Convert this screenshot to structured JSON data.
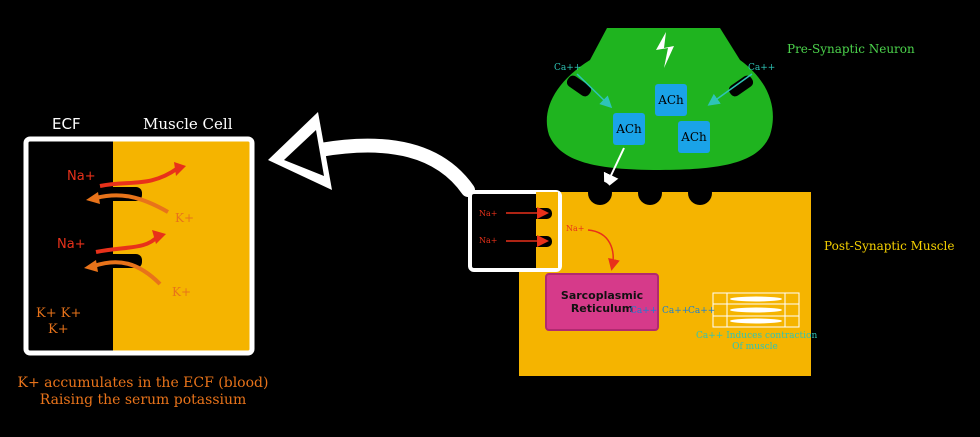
{
  "left_panel": {
    "ecf_heading": "ECF",
    "cell_heading": "Muscle Cell",
    "na_top": "Na+",
    "na_bottom": "Na+",
    "k_top": "K+",
    "k_bottom": "K+",
    "k_cluster_line1": "K+ K+",
    "k_cluster_line2": "K+",
    "caption_line1": "K+ accumulates in the ECF (blood)",
    "caption_line2": "Raising the serum potassium"
  },
  "neuron": {
    "title": "Pre-Synaptic Neuron",
    "ca_left": "Ca++",
    "ca_right": "Ca++",
    "ach_1": "ACh",
    "ach_2": "ACh",
    "ach_3": "ACh"
  },
  "muscle": {
    "title": "Post-Synaptic Muscle",
    "na_inset_top": "Na+",
    "na_inset_bottom": "Na+",
    "na_inside": "Na+",
    "sr_line1": "Sarcoplasmic",
    "sr_line2": "Reticulum",
    "ca_1": "Ca++",
    "ca_2": "Ca++",
    "ca_3": "Ca++",
    "contraction_line1": "Ca++ Induces contraction",
    "contraction_line2": "Of muscle"
  },
  "colors": {
    "background": "#000000",
    "muscle": "#f5b400",
    "neuron": "#1fb41f",
    "ach": "#1aa3e8",
    "sarcoplasmic_reticulum": "#d63a8a",
    "sodium_arrow": "#e8311a",
    "potassium_text": "#e8731a",
    "calcium_text": "#2ec4b6",
    "neuron_title": "#4cd44c",
    "muscle_title": "#f5d000"
  }
}
